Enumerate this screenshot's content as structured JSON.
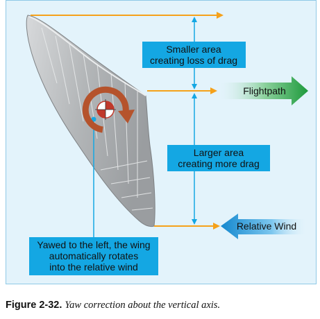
{
  "labels": {
    "smaller_area": [
      "Smaller area",
      "creating loss of drag"
    ],
    "larger_area": [
      "Larger area",
      "creating more drag"
    ],
    "yawed": [
      "Yawed to the left, the wing",
      "automatically rotates",
      "into the relative wind"
    ],
    "flightpath": "Flightpath",
    "relative_wind": "Relative Wind"
  },
  "caption": {
    "number": "Figure 2-32.",
    "text": "Yaw correction about the vertical axis."
  },
  "colors": {
    "panel_bg": "#e3f3fb",
    "label_box": "#14a7e3",
    "arrow_orange": "#f5a11a",
    "flightpath_green": "#2aa84a",
    "relative_wind_blue": "#1592d6",
    "wing_gray": "#b9bcbe"
  },
  "icons": [
    "cg-symbol-icon",
    "rotation-arrow-icon"
  ]
}
